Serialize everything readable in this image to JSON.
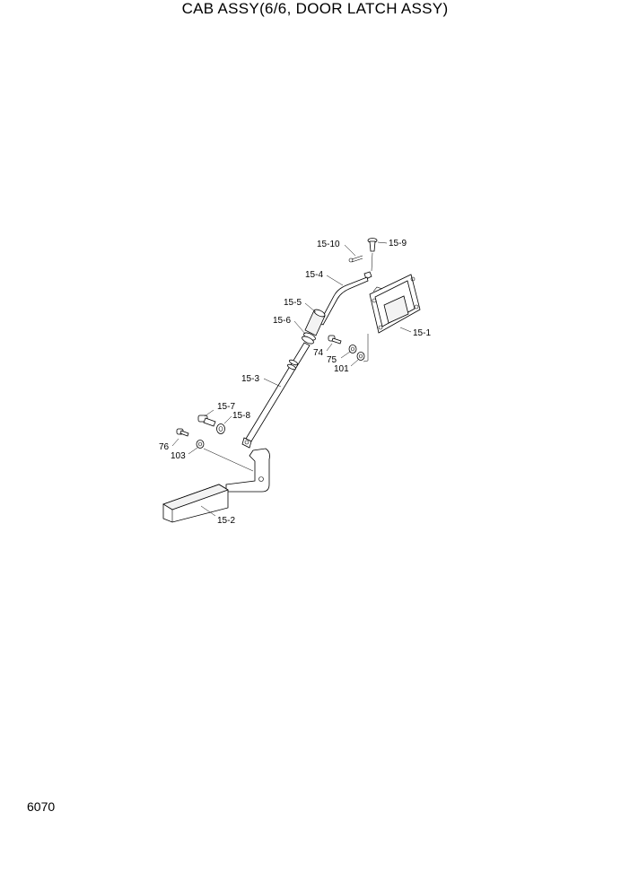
{
  "title": "CAB ASSY(6/6, DOOR LATCH ASSY)",
  "page_number": "6070",
  "callouts": {
    "p15_10": "15-10",
    "p15_9": "15-9",
    "p15_4": "15-4",
    "p15_5": "15-5",
    "p15_6": "15-6",
    "p15_1": "15-1",
    "p74": "74",
    "p75": "75",
    "p101": "101",
    "p15_3": "15-3",
    "p15_7": "15-7",
    "p15_8": "15-8",
    "p76": "76",
    "p103": "103",
    "p15_2": "15-2"
  }
}
